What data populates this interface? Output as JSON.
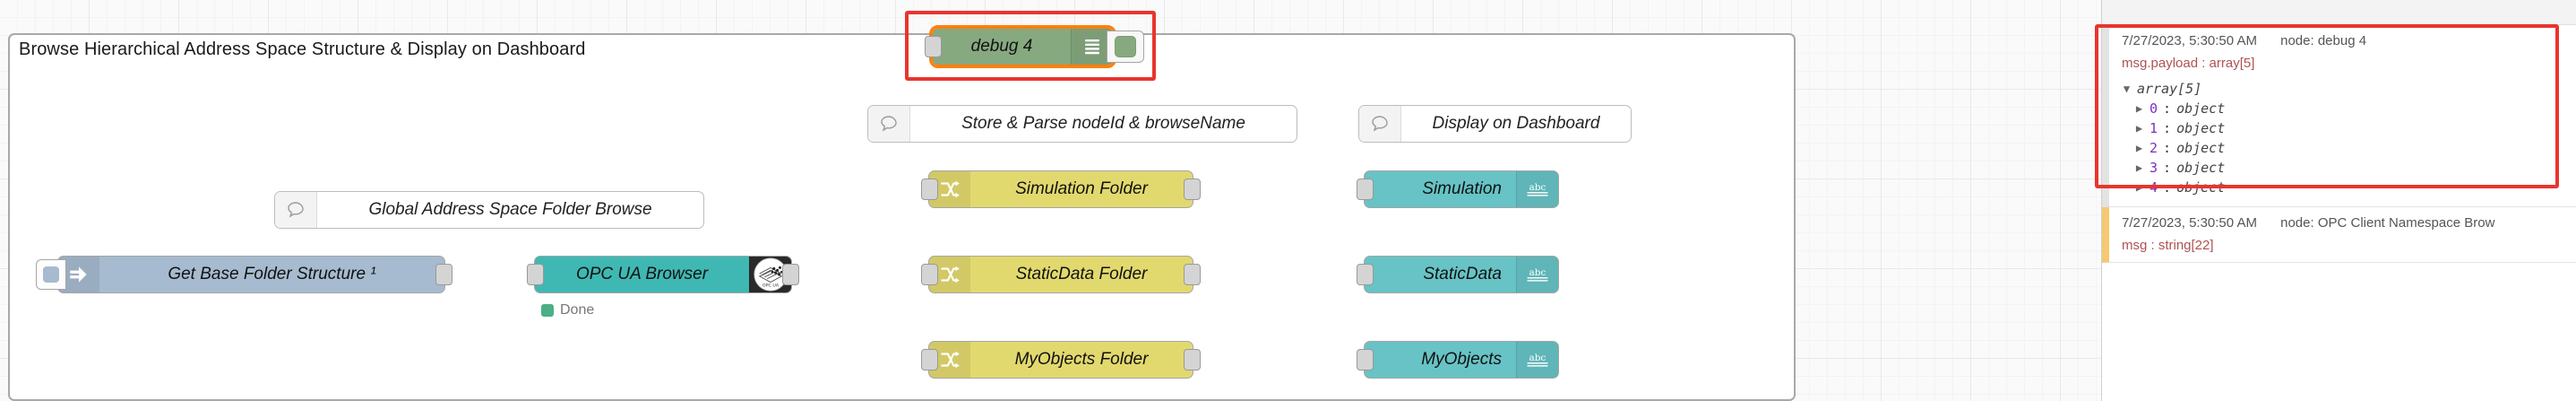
{
  "group": {
    "label": "Browse Hierarchical Address Space Structure & Display on Dashboard"
  },
  "nodes": {
    "inject": {
      "label": "Get Base Folder Structure ¹",
      "icon": "inject-arrow-icon"
    },
    "opcua": {
      "label": "OPC UA Browser",
      "icon": "opc-ua-logo-icon",
      "status": "Done",
      "status_color": "#4caf86"
    },
    "debug": {
      "label": "debug 4",
      "icon": "debug-lines-icon"
    },
    "comments": [
      {
        "label": "Global Address Space Folder Browse"
      },
      {
        "label": "Store & Parse nodeId & browseName"
      },
      {
        "label": "Display on Dashboard"
      }
    ],
    "functions": [
      {
        "label": "Simulation Folder"
      },
      {
        "label": "StaticData Folder"
      },
      {
        "label": "MyObjects Folder"
      }
    ],
    "outputs": [
      {
        "label": "Simulation",
        "icon": "abc-icon"
      },
      {
        "label": "StaticData",
        "icon": "abc-icon"
      },
      {
        "label": "MyObjects",
        "icon": "abc-icon"
      }
    ]
  },
  "colors": {
    "accent_selection": "#ff7f0e",
    "annotation": "#e8352e",
    "inject": "#a6bbcf",
    "opcua": "#3fb8b3",
    "function": "#e2d96e",
    "output": "#67c3c5",
    "debug": "#87a980",
    "status_done": "#4caf86"
  },
  "sidebar": {
    "messages": [
      {
        "timestamp": "7/27/2023, 5:30:50 AM",
        "source": "node: debug 4",
        "topic": "msg.payload : array[5]",
        "root": {
          "toggle": "▼",
          "text": "array[5]"
        },
        "items": [
          {
            "toggle": "▶",
            "key": "0",
            "sep": ":",
            "value": "object"
          },
          {
            "toggle": "▶",
            "key": "1",
            "sep": ":",
            "value": "object"
          },
          {
            "toggle": "▶",
            "key": "2",
            "sep": ":",
            "value": "object"
          },
          {
            "toggle": "▶",
            "key": "3",
            "sep": ":",
            "value": "object"
          },
          {
            "toggle": "▶",
            "key": "4",
            "sep": ":",
            "value": "object"
          }
        ]
      },
      {
        "timestamp": "7/27/2023, 5:30:50 AM",
        "source": "node: OPC Client Namespace Brow",
        "topic": "msg : string[22]",
        "root": null,
        "items": []
      }
    ]
  }
}
